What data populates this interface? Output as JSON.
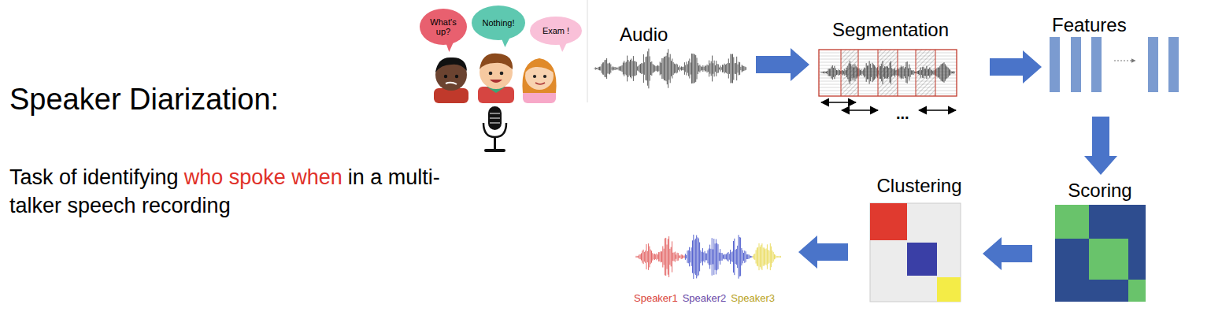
{
  "diagram": {
    "title": "Speaker Diarization:",
    "nodes": [
      {
        "text": [
          "What's up?"
        ]
      },
      {
        "text": [
          "Nothing!"
        ]
      },
      {
        "text": [
          "Exam !"
        ]
      },
      {
        "text": [
          "Audio"
        ]
      },
      {
        "text": [
          "Segmentation"
        ]
      },
      {
        "text": [
          "Features"
        ]
      },
      {
        "text": [
          "Scoring"
        ]
      },
      {
        "text": [
          "Clustering"
        ]
      },
      {
        "text": [
          "Speaker1",
          "Speaker2",
          "Speaker3"
        ]
      }
    ],
    "edges": [
      {
        "from": 3,
        "to": 4,
        "arrow": "to"
      },
      {
        "from": 4,
        "to": 5,
        "arrow": "to"
      },
      {
        "from": 5,
        "to": 6,
        "arrow": "to"
      },
      {
        "from": 6,
        "to": 7,
        "arrow": "to"
      },
      {
        "from": 7,
        "to": 8,
        "arrow": "to"
      }
    ],
    "labels": [
      "Task of identifying",
      "who spoke when",
      "in a multi-talker speech recording",
      "..."
    ]
  }
}
